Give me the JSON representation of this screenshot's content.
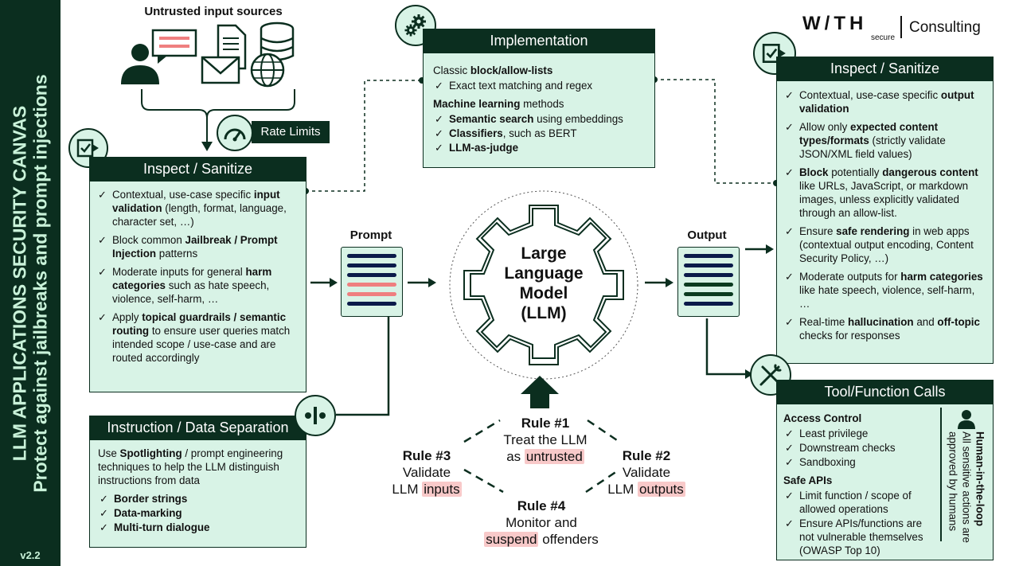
{
  "sidebar": {
    "title": "LLM APPLICATIONS SECURITY CANVAS",
    "subtitle": "Protect against jailbreaks and prompt injections",
    "version": "v2.2"
  },
  "brand": {
    "logo_text": "W/TH",
    "logo_sub": "secure",
    "consulting": "Consulting"
  },
  "sources": {
    "title": "Untrusted input sources"
  },
  "rate_limits": {
    "label": "Rate Limits"
  },
  "inspect_in": {
    "title": "Inspect / Sanitize",
    "items": [
      {
        "pre": "Contextual, use-case specific ",
        "bold": "input validation",
        "post": " (length, format, language, character set, …)"
      },
      {
        "pre": "Block common ",
        "bold": "Jailbreak / Prompt Injection",
        "post": " patterns"
      },
      {
        "pre": "Moderate inputs for general ",
        "bold": "harm categories",
        "post": " such as hate speech, violence, self-harm, …"
      },
      {
        "pre": "Apply ",
        "bold": "topical guardrails / semantic routing",
        "post": " to ensure user queries match intended scope / use-case and are routed accordingly"
      }
    ]
  },
  "separation": {
    "title": "Instruction / Data Separation",
    "intro_pre": "Use ",
    "intro_bold": "Spotlighting",
    "intro_post": " / prompt engineering techniques to help the LLM distinguish instructions from data",
    "items": [
      "Border strings",
      "Data-marking",
      "Multi-turn dialogue"
    ]
  },
  "implementation": {
    "title": "Implementation",
    "sec1_pre": "Classic ",
    "sec1_bold": "block/allow-lists",
    "sec1_items": [
      "Exact text matching and regex"
    ],
    "sec2_bold": "Machine learning",
    "sec2_post": " methods",
    "sec2_items": [
      {
        "bold": "Semantic search",
        "post": " using embeddings"
      },
      {
        "bold": "Classifiers",
        "post": ", such as BERT"
      },
      {
        "bold": "LLM-as-judge",
        "post": ""
      }
    ]
  },
  "prompt": {
    "label": "Prompt"
  },
  "output": {
    "label": "Output"
  },
  "llm": {
    "line1": "Large",
    "line2": "Language",
    "line3": "Model",
    "line4": "(LLM)"
  },
  "rules": {
    "r1": {
      "title": "Rule #1",
      "l1": "Treat the LLM",
      "l2a": "as ",
      "l2hl": "untrusted"
    },
    "r2": {
      "title": "Rule #2",
      "l1": "Validate",
      "l2a": "LLM ",
      "l2hl": "outputs"
    },
    "r3": {
      "title": "Rule #3",
      "l1": "Validate",
      "l2a": "LLM ",
      "l2hl": "inputs"
    },
    "r4": {
      "title": "Rule #4",
      "l1": "Monitor and",
      "l2hl": "suspend",
      "l2b": " offenders"
    }
  },
  "inspect_out": {
    "title": "Inspect / Sanitize",
    "items": [
      {
        "pre": "Contextual, use-case specific ",
        "bold": "output validation",
        "post": ""
      },
      {
        "pre": "Allow only ",
        "bold": "expected content types/formats",
        "post": " (strictly validate JSON/XML field values)"
      },
      {
        "pre": "",
        "bold": "Block",
        "mid": " potentially ",
        "bold2": "dangerous content",
        "post": " like URLs, JavaScript, or markdown images, unless explicitly validated through an allow-list."
      },
      {
        "pre": "Ensure ",
        "bold": "safe rendering",
        "post": " in web apps (contextual output encoding, Content Security Policy, …)"
      },
      {
        "pre": "Moderate outputs for ",
        "bold": "harm categories",
        "post": " like hate speech, violence, self-harm, …"
      },
      {
        "pre": "Real-time ",
        "bold": "hallucination",
        "mid": " and ",
        "bold2": "off-topic",
        "post": " checks for responses"
      }
    ]
  },
  "tools": {
    "title": "Tool/Function Calls",
    "access_title": "Access Control",
    "access_items": [
      "Least privilege",
      "Downstream checks",
      "Sandboxing"
    ],
    "safe_title": "Safe APIs",
    "safe_items": [
      "Limit function / scope of allowed operations",
      "Ensure APIs/functions are not vulnerable themselves (OWASP Top 10)"
    ],
    "hitl_title": "Human-in-the-loop",
    "hitl_text": "All sensitive actions are approved by humans"
  }
}
